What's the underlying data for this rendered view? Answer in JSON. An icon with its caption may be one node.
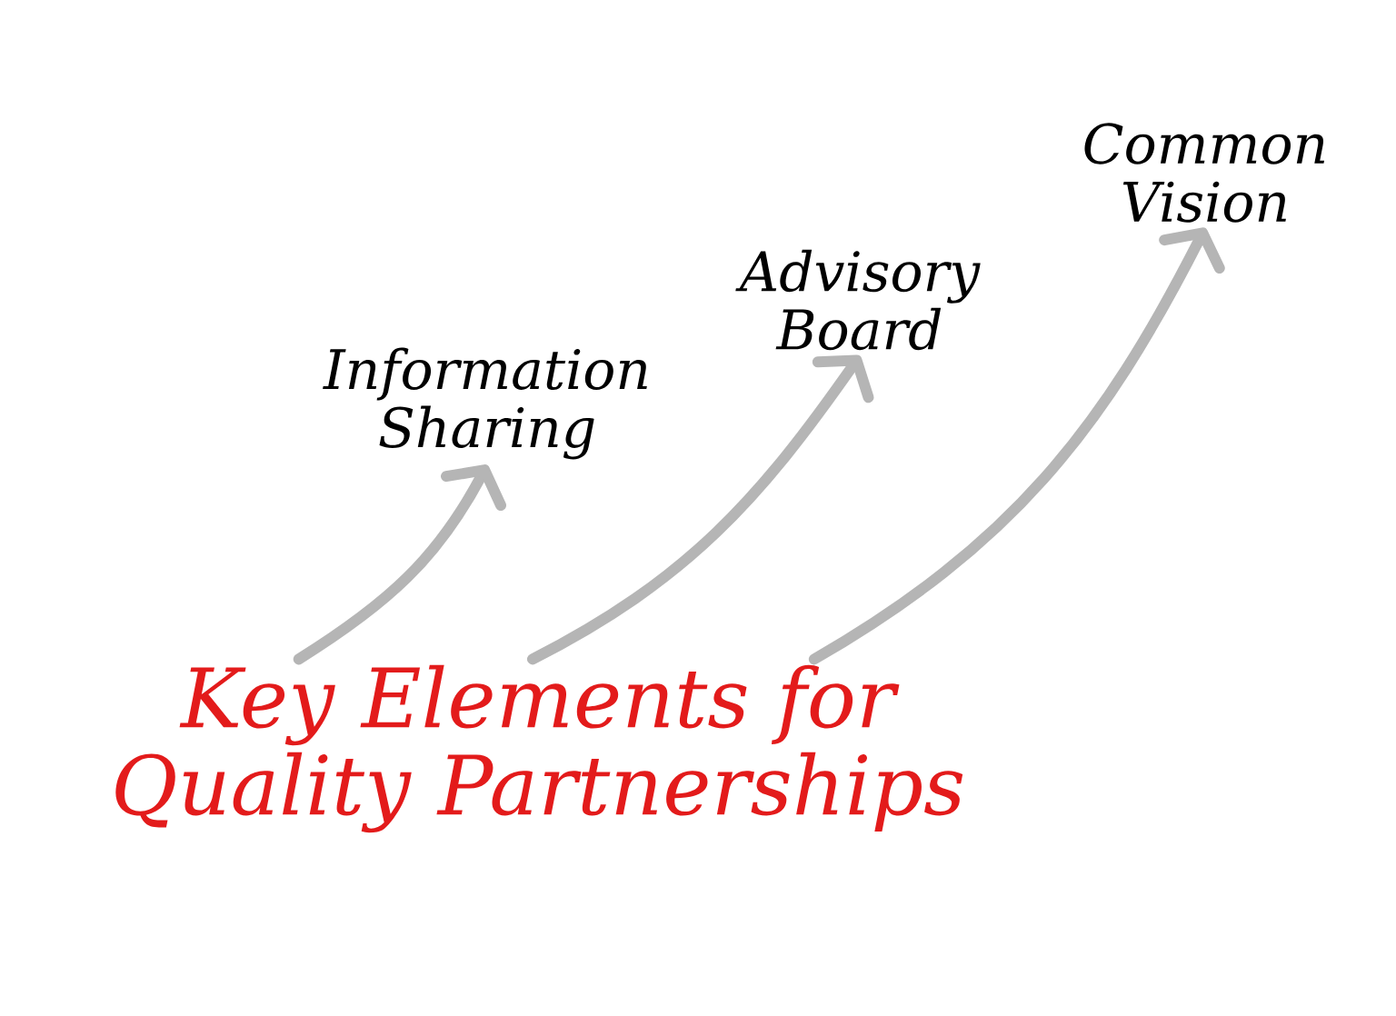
{
  "diagram": {
    "nodes": [
      {
        "text": [
          "Key Elements for Quality Partnerships"
        ]
      },
      {
        "text": [
          "Information Sharing"
        ]
      },
      {
        "text": [
          "Advisory Board"
        ]
      },
      {
        "text": [
          "Common Vision"
        ]
      }
    ],
    "edges": [
      {
        "from": 0,
        "to": 1,
        "arrow": "to"
      },
      {
        "from": 0,
        "to": 2,
        "arrow": "to"
      },
      {
        "from": 0,
        "to": 3,
        "arrow": "to"
      }
    ]
  }
}
